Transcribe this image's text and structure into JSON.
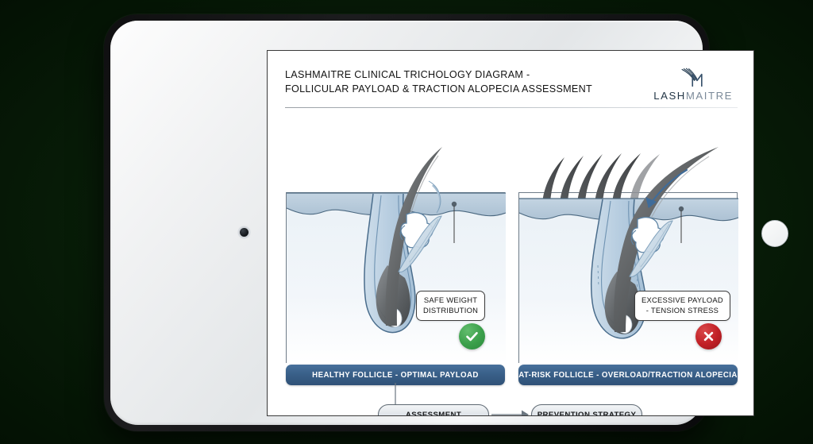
{
  "background": {
    "color": "#0a1f0a"
  },
  "device": {
    "name": "tablet",
    "camera": "camera-dot",
    "home_button": "home-button"
  },
  "document": {
    "header": {
      "title_line_1": "LASHMAITRE CLINICAL TRICHOLOGY DIAGRAM -",
      "title_line_2": "FOLLICULAR PAYLOAD & TRACTION ALOPECIA ASSESSMENT",
      "logo": {
        "mark": "lash-fan-m-icon",
        "word_primary": "LASH",
        "word_secondary": "MAITRE"
      }
    },
    "panels": [
      {
        "id": "healthy",
        "callout": "SAFE WEIGHT\nDISTRIBUTION",
        "callout_line_1": "SAFE WEIGHT",
        "callout_line_2": "DISTRIBUTION",
        "badge": "check-icon",
        "badge_color": "#3ca04b",
        "banner": "HEALTHY FOLLICLE - OPTIMAL PAYLOAD",
        "lash_count": 1
      },
      {
        "id": "at-risk",
        "callout_line_1": "EXCESSIVE PAYLOAD",
        "callout_line_2": "- TENSION STRESS",
        "badge": "cross-icon",
        "badge_color": "#c22026",
        "banner": "AT-RISK FOLLICLE - OVERLOAD/TRACTION ALOPECIA",
        "lash_count": 6
      }
    ],
    "flow": {
      "step_1": "ASSESSMENT",
      "step_2": "PREVENTION STRATEGY",
      "arrow": "arrow-right-icon"
    },
    "colors": {
      "banner": "#3a6089",
      "skin": "#b8cbdc",
      "dermis": "#e9eff5",
      "hair": "#6c6e70",
      "outline": "#4a6a8a",
      "ok": "#3ca04b",
      "bad": "#c22026"
    }
  }
}
